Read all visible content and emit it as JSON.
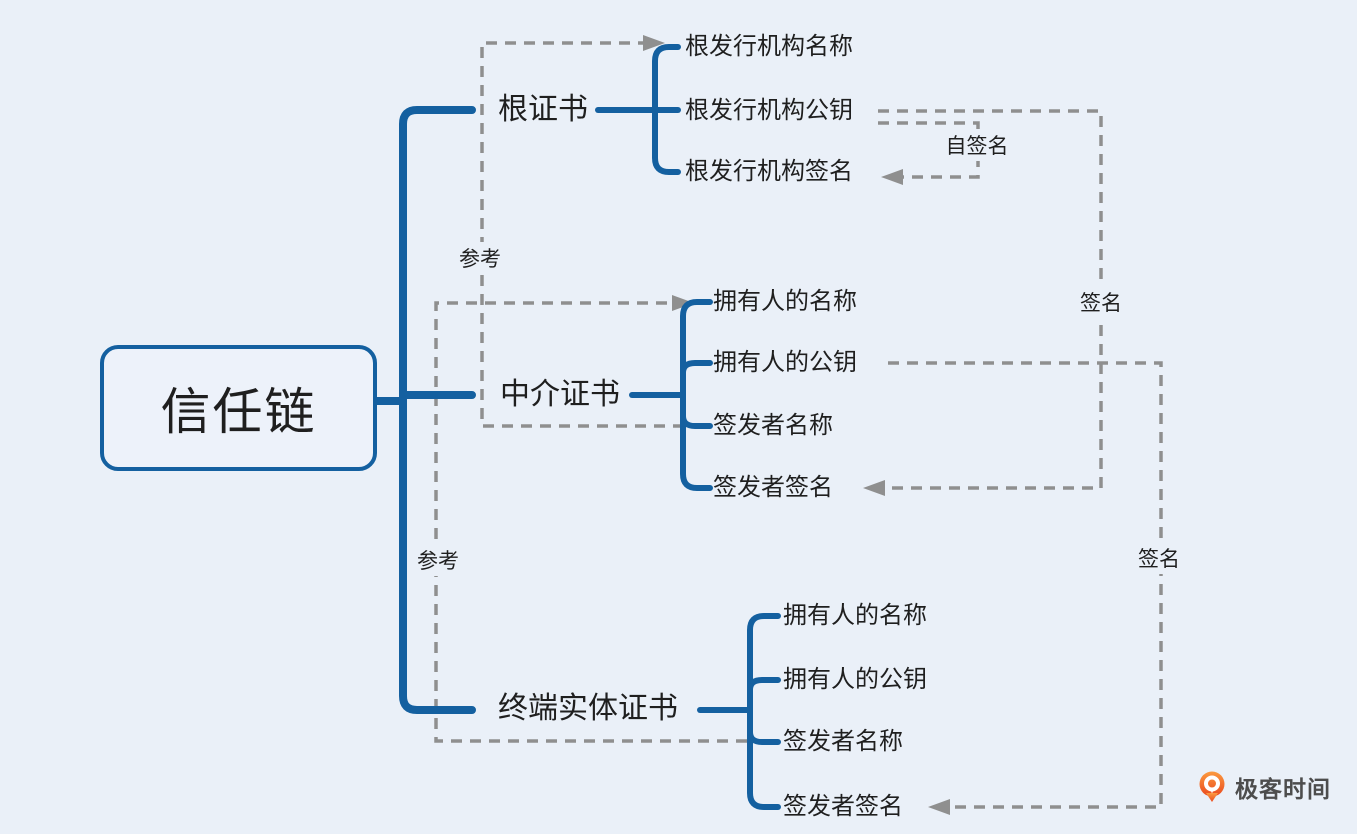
{
  "diagram_title": "信任链",
  "root": {
    "label": "信任链"
  },
  "branches": [
    {
      "label": "根证书",
      "children": [
        {
          "label": "根发行机构名称"
        },
        {
          "label": "根发行机构公钥"
        },
        {
          "label": "根发行机构签名"
        }
      ]
    },
    {
      "label": "中介证书",
      "children": [
        {
          "label": "拥有人的名称"
        },
        {
          "label": "拥有人的公钥"
        },
        {
          "label": "签发者名称"
        },
        {
          "label": "签发者签名"
        }
      ]
    },
    {
      "label": "终端实体证书",
      "children": [
        {
          "label": "拥有人的名称"
        },
        {
          "label": "拥有人的公钥"
        },
        {
          "label": "签发者名称"
        },
        {
          "label": "签发者签名"
        }
      ]
    }
  ],
  "relationships": [
    {
      "label": "参考",
      "from": "中介证书 / 签发者名称",
      "to": "根证书 / 根发行机构名称"
    },
    {
      "label": "参考",
      "from": "终端实体证书 / 签发者名称",
      "to": "中介证书 / 拥有人的名称"
    },
    {
      "label": "自签名",
      "from": "根发行机构公钥",
      "to": "根发行机构签名"
    },
    {
      "label": "签名",
      "from": "根发行机构公钥",
      "to": "中介证书 / 签发者签名"
    },
    {
      "label": "签名",
      "from": "中介证书 / 拥有人的公钥",
      "to": "终端实体证书 / 签发者签名"
    }
  ],
  "watermark": {
    "label": "极客时间"
  },
  "colors": {
    "background": "#eaf0f8",
    "tree_line_blue": "#1460a0",
    "relationship_gray": "#8f8f8f",
    "text": "#1f1f1f",
    "logo_orange": "#f05a28"
  }
}
